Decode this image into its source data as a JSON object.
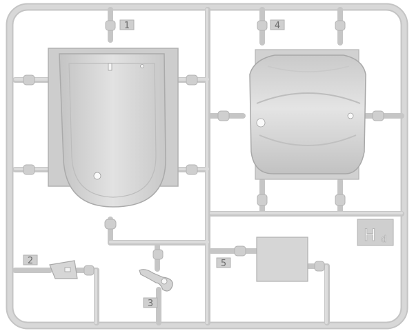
{
  "sprue": {
    "code_letter": "H",
    "code_suffix": "d",
    "part_numbers": [
      "1",
      "2",
      "3",
      "4",
      "5"
    ]
  },
  "colors": {
    "plastic": "#d3d3d3",
    "plastic_shadow": "#b8b8b8",
    "plastic_highlight": "#e6e6e6",
    "background": "#ffffff"
  }
}
